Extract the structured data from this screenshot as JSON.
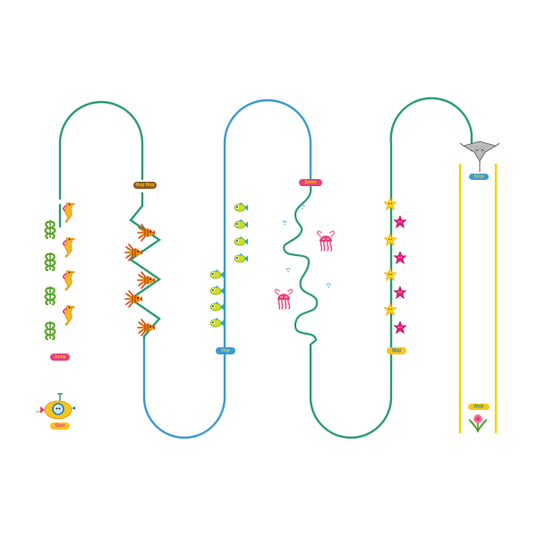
{
  "board": {
    "labels": {
      "start": "Start",
      "jump": "Jump",
      "hop": "Hop Hop",
      "hop2": "Hop",
      "swim": "Swim",
      "skip": "Skip",
      "walk": "Walk",
      "stop": "Stop"
    },
    "colors": {
      "green_path": "#2a9d6f",
      "blue_path": "#3b9ad6",
      "yellow_lane": "#f5d000",
      "seaweed": "#6ab42d",
      "seahorse": "#f4b820",
      "starfish_yellow": "#ffd400",
      "starfish_pink": "#e61e7a",
      "jellyfish": "#e8407a",
      "fish": "#c8e020"
    },
    "stations": [
      {
        "name": "start",
        "icon": "submarine-icon"
      },
      {
        "name": "jump",
        "icon": "seahorse-icon"
      },
      {
        "name": "hop-hop",
        "icon": "lionfish-icon"
      },
      {
        "name": "hop",
        "icon": "fish-icon"
      },
      {
        "name": "swim",
        "icon": "jellyfish-icon"
      },
      {
        "name": "skip",
        "icon": "starfish-icon"
      },
      {
        "name": "walk",
        "icon": "sea-plant-icon"
      },
      {
        "name": "stop",
        "icon": "stingray-icon"
      }
    ]
  }
}
